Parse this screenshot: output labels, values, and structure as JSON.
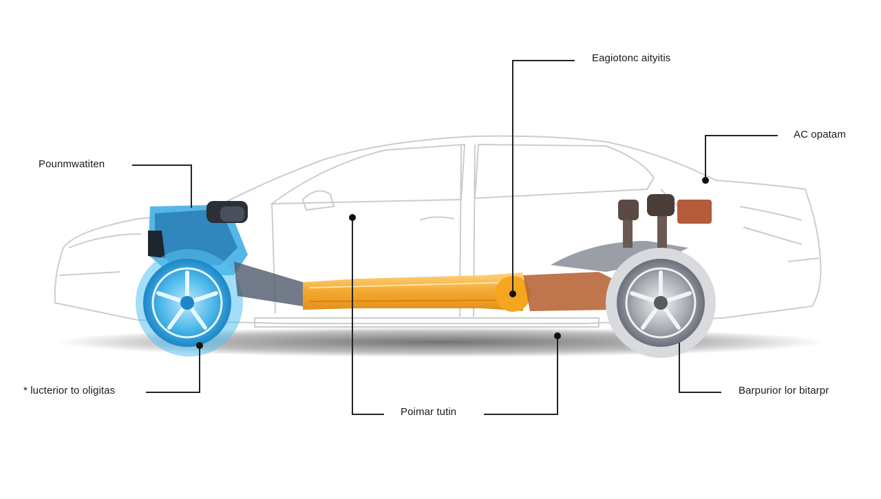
{
  "labels": {
    "top": "Eagiotonc aityitis",
    "ac": "AC opatam",
    "left_upper": "Pounmwatiten",
    "left_lower": "* lucterior to oligitas",
    "bottom_center": "Poimar tutin",
    "right_lower": "Barpurior lor bitarpr"
  },
  "colors": {
    "front_drivetrain": "#2fa8e0",
    "driveshaft": "#f3a324",
    "rear_assembly": "#b8673a",
    "outline": "#c9ccd1",
    "leader_line": "#222222"
  }
}
